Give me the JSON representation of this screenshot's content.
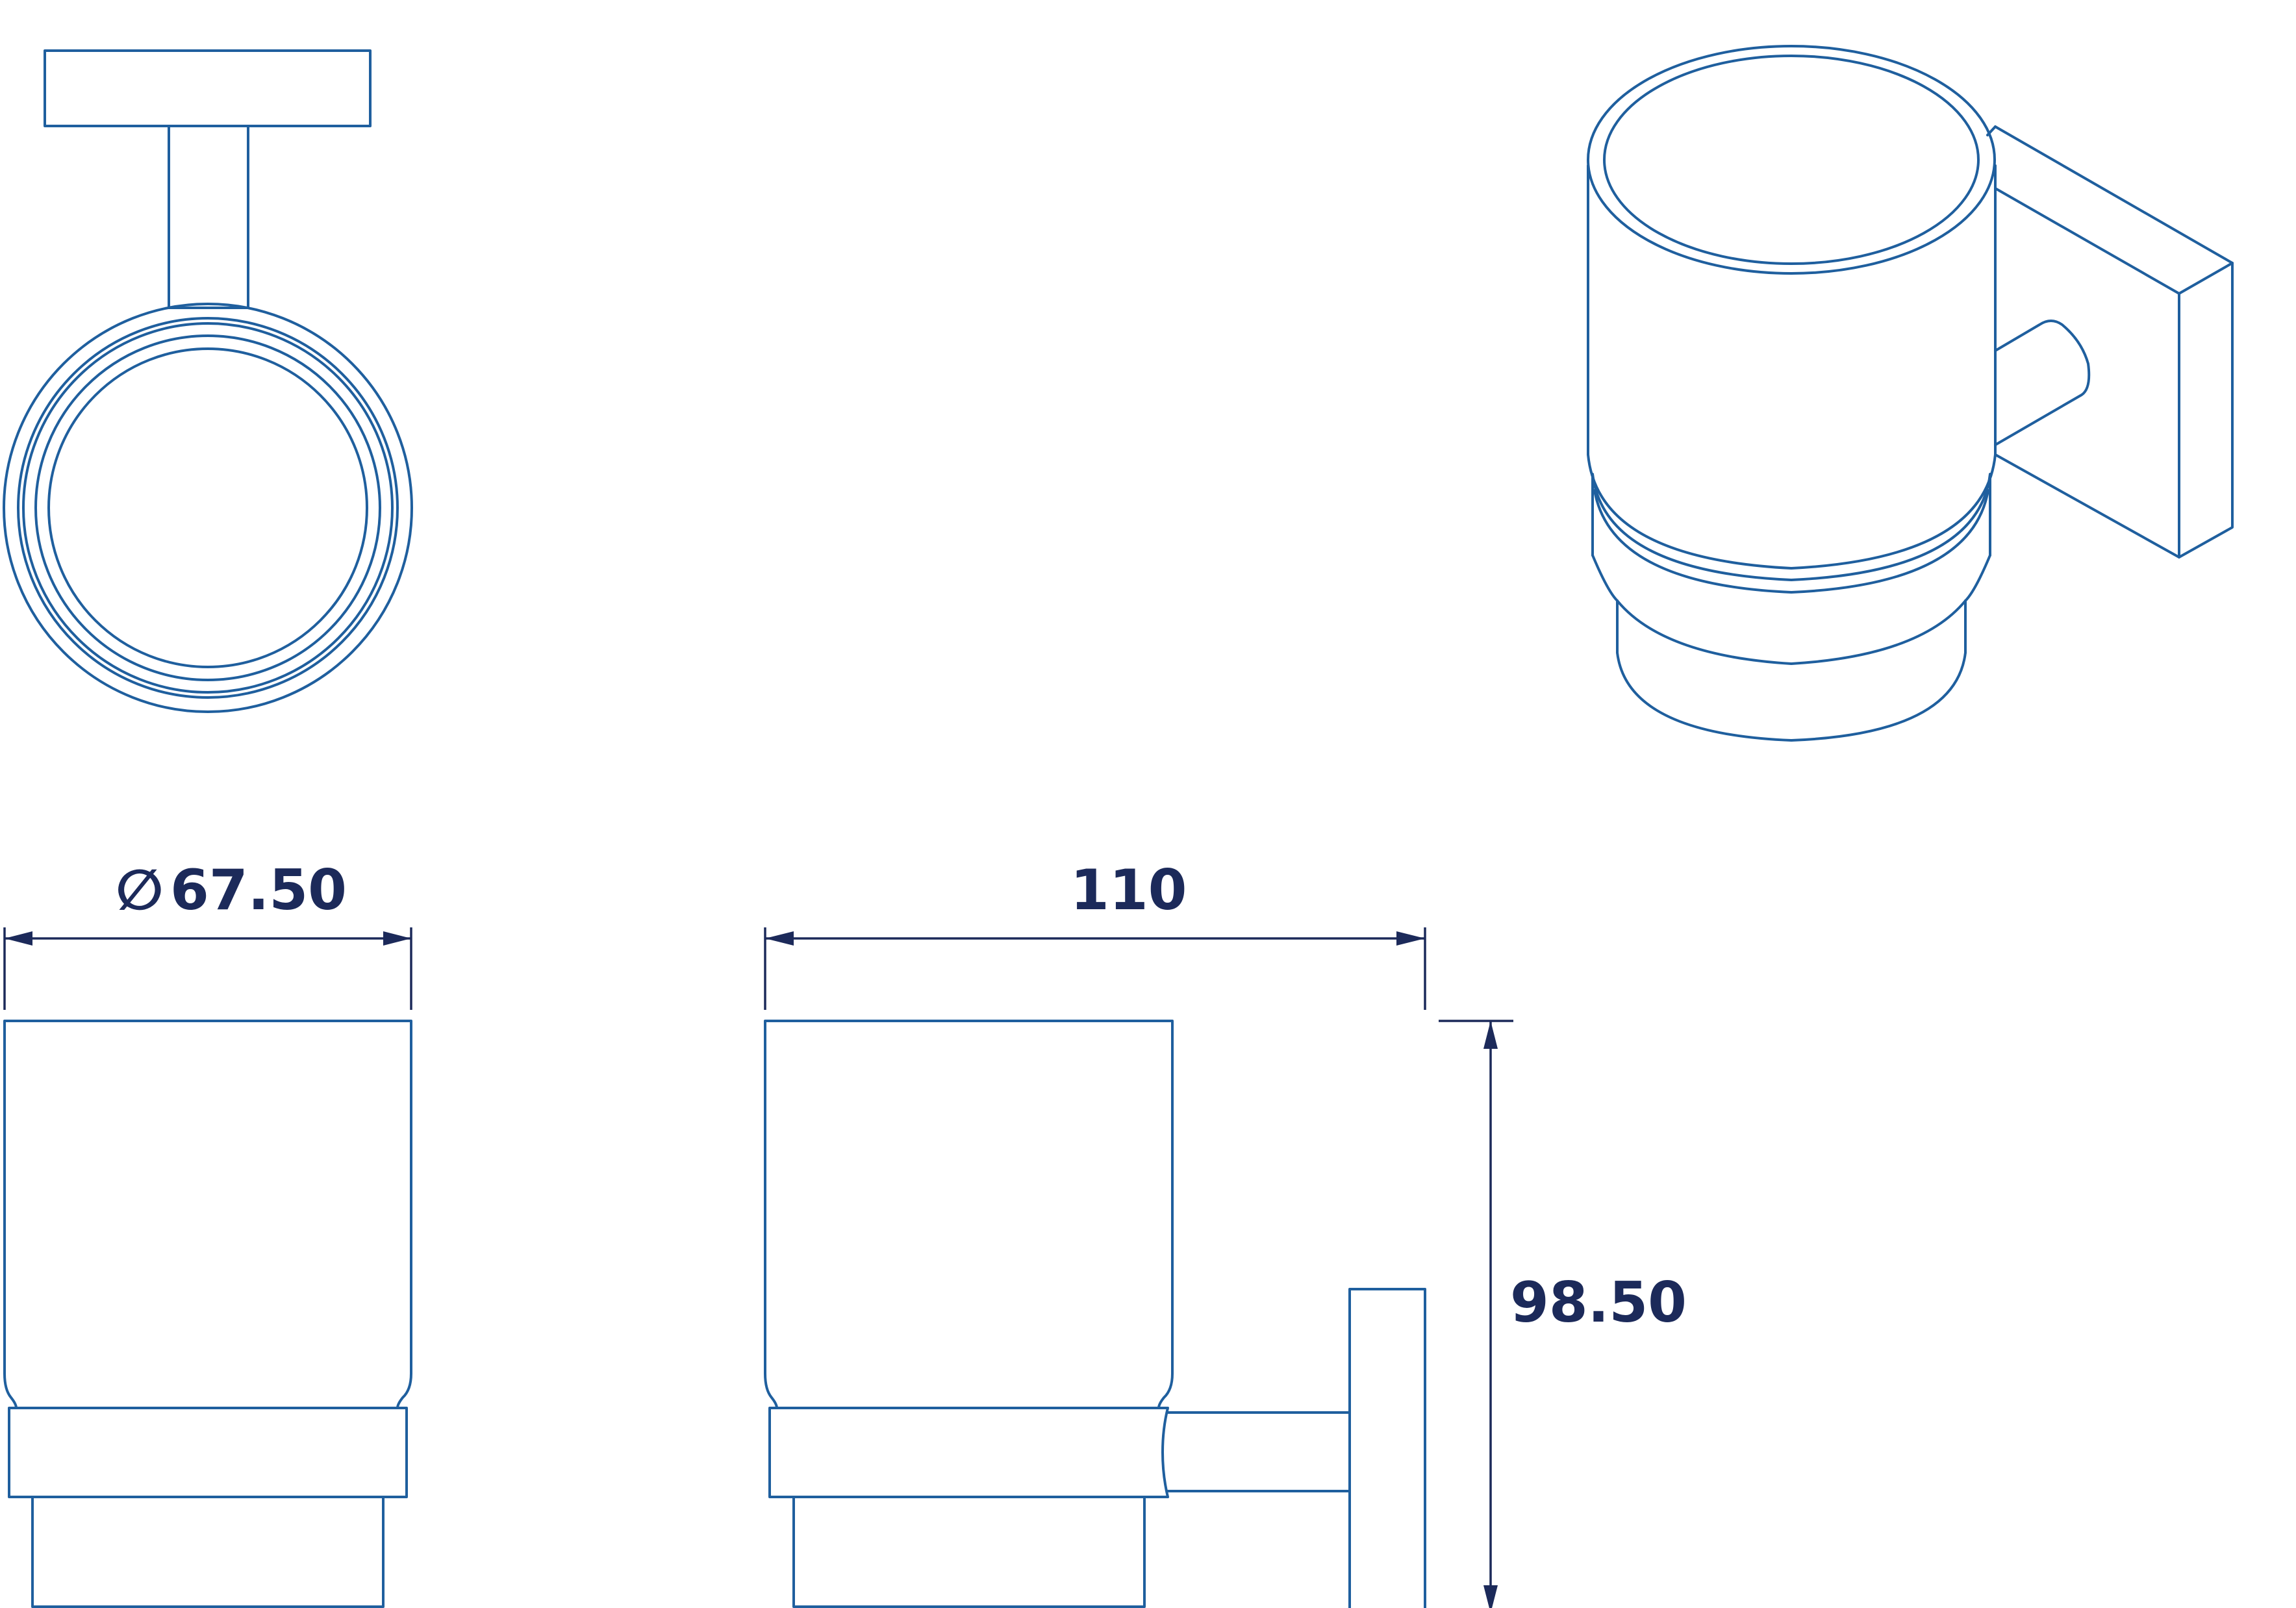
{
  "colors": {
    "outline": "#1f5f9e",
    "dimension": "#1c2a5a",
    "background": "#ffffff"
  },
  "views": [
    "top-view",
    "isometric-view",
    "front-view",
    "side-view"
  ],
  "dimensions": {
    "diameter_symbol": "∅",
    "diameter": "67.50",
    "length": "110",
    "height": "98.50"
  }
}
